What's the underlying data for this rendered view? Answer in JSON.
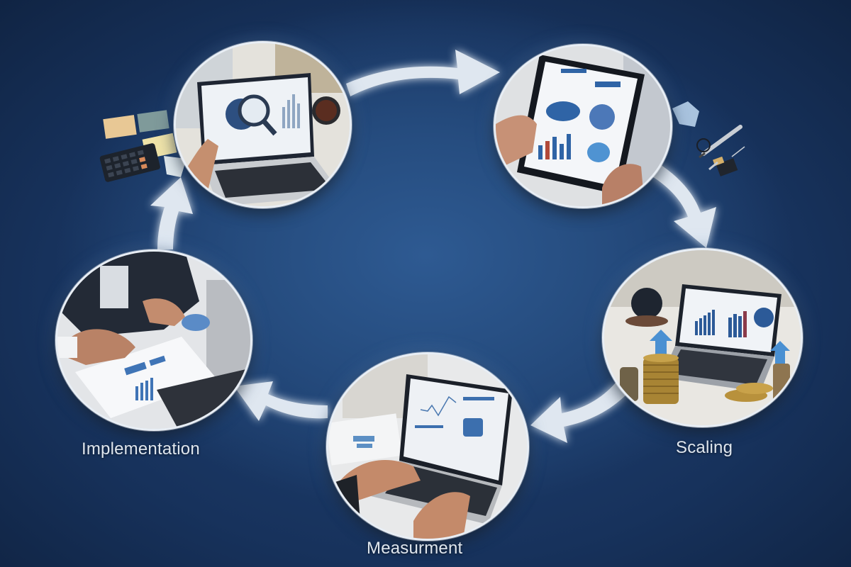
{
  "diagram": {
    "type": "cycle",
    "background_color": "#1f4274",
    "arrow_color": "#e6edf5",
    "steps": [
      {
        "id": "step-1",
        "label": "",
        "scene": "laptop-with-magnifying-glass-analytics",
        "position": "top-left"
      },
      {
        "id": "step-2",
        "label": "",
        "scene": "tablet-with-charts",
        "position": "top-right"
      },
      {
        "id": "step-3",
        "label": "Scaling",
        "scene": "laptop-with-coin-stacks-and-up-arrows",
        "position": "right"
      },
      {
        "id": "step-4",
        "label": "Measurment",
        "scene": "hands-typing-on-laptop-with-reports",
        "position": "bottom-center"
      },
      {
        "id": "step-5",
        "label": "Implementation",
        "scene": "business-people-reviewing-printed-charts",
        "position": "left"
      }
    ],
    "flow": [
      {
        "from": "step-1",
        "to": "step-2"
      },
      {
        "from": "step-2",
        "to": "step-3"
      },
      {
        "from": "step-3",
        "to": "step-4"
      },
      {
        "from": "step-4",
        "to": "step-5"
      },
      {
        "from": "step-5",
        "to": "step-1"
      }
    ],
    "decor": [
      "sticky-notes",
      "calculator",
      "pen",
      "binder-clip",
      "paper-note"
    ]
  }
}
